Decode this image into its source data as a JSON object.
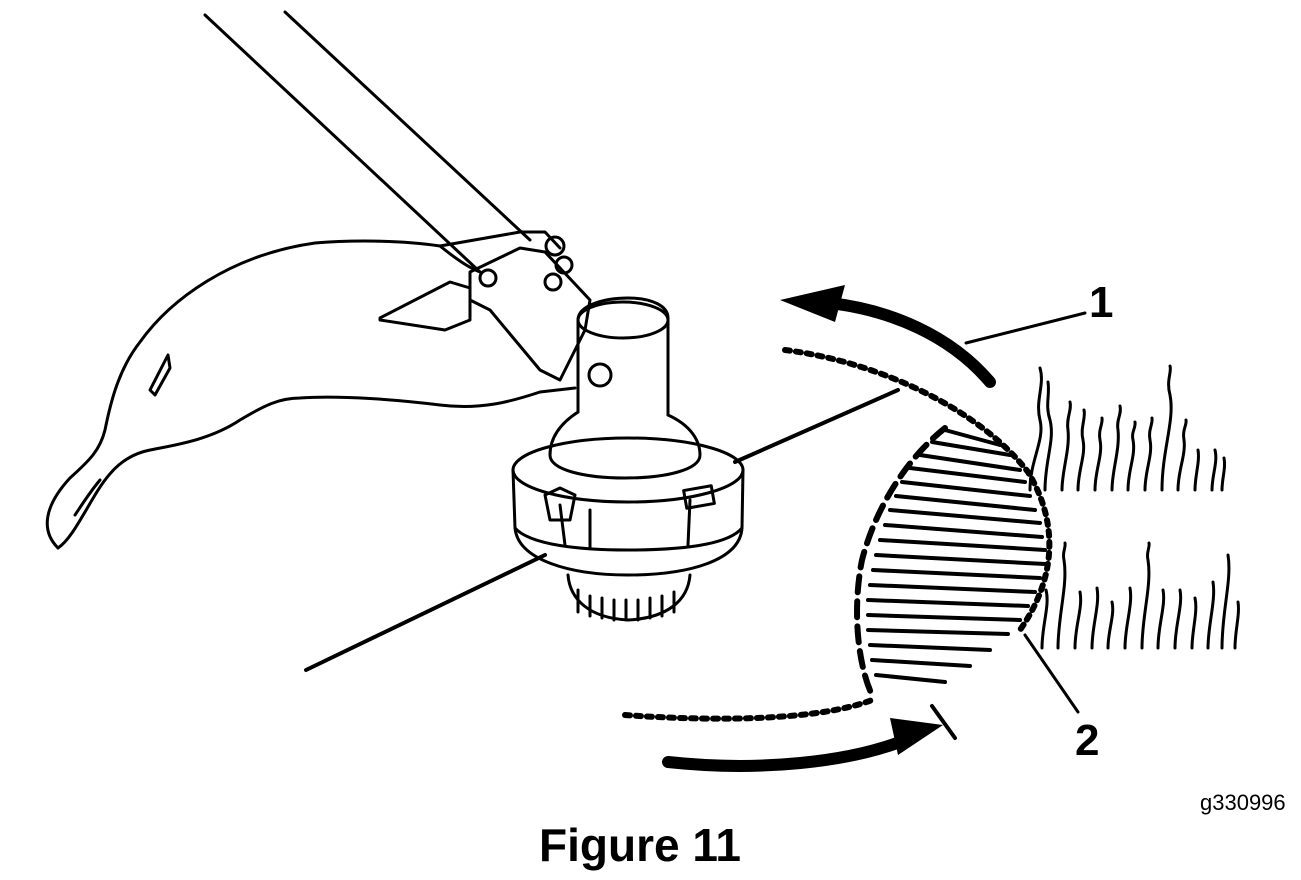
{
  "figure": {
    "caption": "Figure 11",
    "graphic_id": "g330996",
    "callouts": [
      "1",
      "2"
    ]
  }
}
